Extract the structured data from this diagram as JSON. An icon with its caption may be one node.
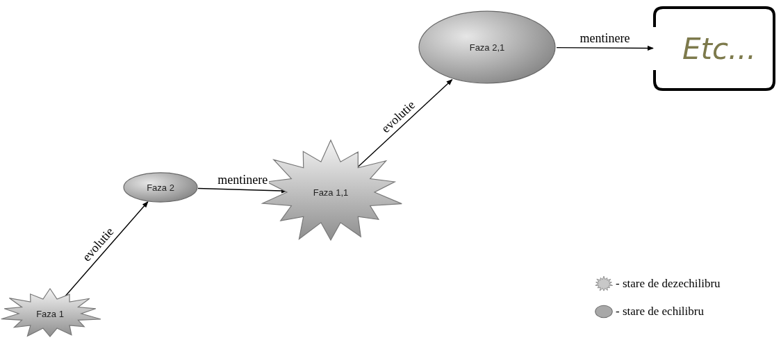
{
  "diagram": {
    "nodes": [
      {
        "text": [
          "Faza 1"
        ]
      },
      {
        "text": [
          "Faza 2"
        ]
      },
      {
        "text": [
          "Faza 1,1"
        ]
      },
      {
        "text": [
          "Faza 2,1"
        ]
      },
      {
        "text": [
          "Etc..."
        ]
      }
    ],
    "edges": [
      {
        "from": 0,
        "to": 1,
        "arrow": "to",
        "label": "evolutie"
      },
      {
        "from": 1,
        "to": 2,
        "arrow": "to",
        "label": "mentinere"
      },
      {
        "from": 2,
        "to": 3,
        "arrow": "to",
        "label": "evolutie"
      },
      {
        "from": 3,
        "to": 4,
        "arrow": "to",
        "label": "mentinere"
      }
    ],
    "legend": [
      {
        "text": "- stare de dezechilibru"
      },
      {
        "text": "- stare de echilibru"
      }
    ]
  }
}
